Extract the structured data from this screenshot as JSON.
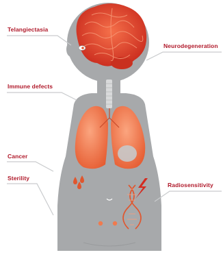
{
  "labels": {
    "telangiectasia": "Telangiectasia",
    "neurodegeneration": "Neurodegeneration",
    "immune_defects": "Immune defects",
    "cancer": "Cancer",
    "sterility": "Sterility",
    "radiosensitivity": "Radiosensitivity"
  },
  "colors": {
    "label_text": "#b0192a",
    "body": "#a7a9ab",
    "brain": "#e2442b",
    "lungs": "#f07a4e",
    "accent": "#e0562e",
    "leader_line": "#c9cbcd"
  }
}
